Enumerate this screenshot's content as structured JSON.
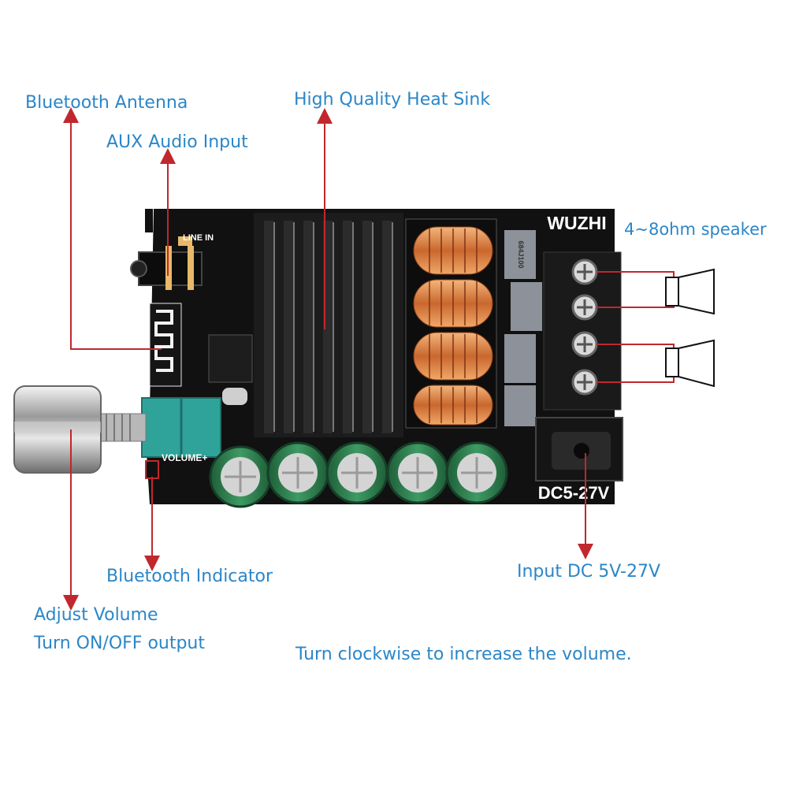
{
  "callouts": {
    "bluetooth_antenna": "Bluetooth Antenna",
    "aux_audio_input": "AUX Audio Input",
    "heat_sink": "High Quality Heat Sink",
    "speaker": "4~8ohm speaker",
    "bluetooth_indicator": "Bluetooth Indicator",
    "adjust_volume": "Adjust Volume",
    "turn_on_off": "Turn ON/OFF output",
    "input_dc": "Input DC 5V-27V",
    "turn_clockwise": "Turn clockwise to increase the volume."
  },
  "board": {
    "brand": "WUZHI",
    "line_in": "LINE IN",
    "volume": "VOLUME+",
    "power_rating": "DC5-27V",
    "inductor_code": "684J100"
  },
  "colors": {
    "label_blue": "#2b86c8",
    "arrow_red": "#c0282d",
    "pcb_black": "#111111",
    "heatsink": "#1c1c1c",
    "capacitor_green": "#2f7d4f",
    "potentiometer_teal": "#2fa39a",
    "copper": "#d8864a"
  }
}
